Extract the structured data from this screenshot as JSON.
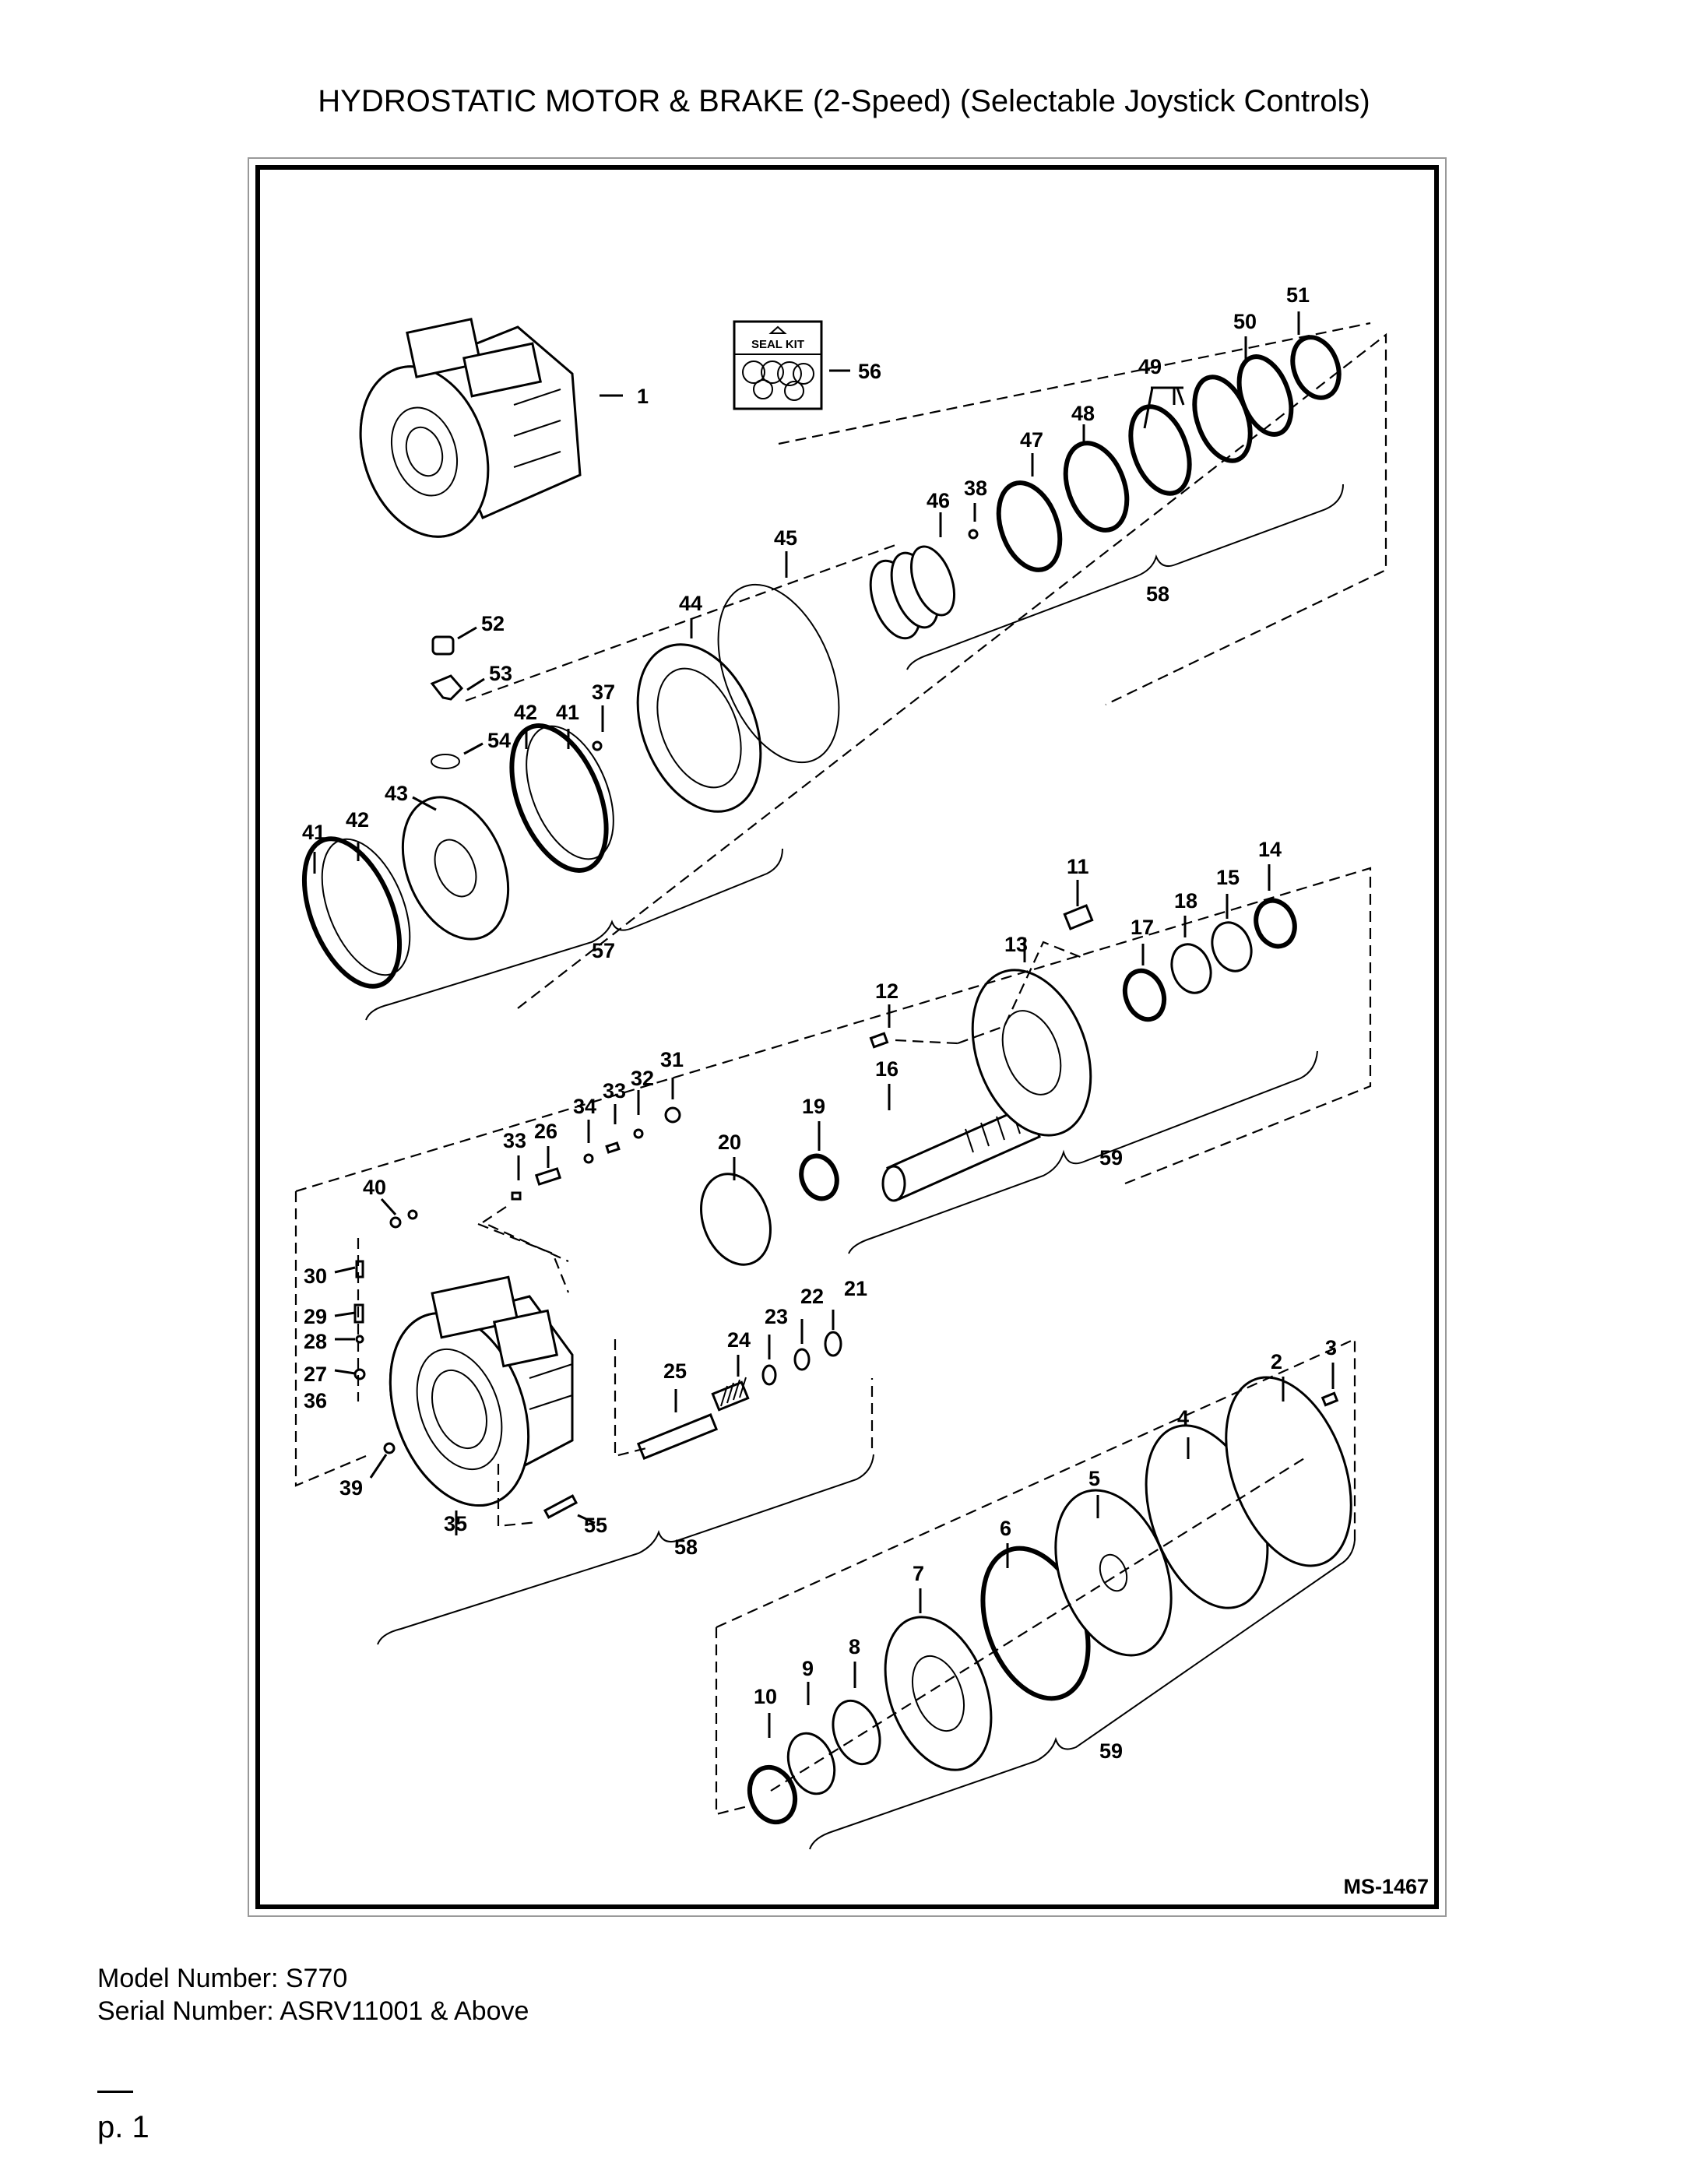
{
  "title": "HYDROSTATIC MOTOR & BRAKE (2-Speed) (Selectable Joystick Controls)",
  "diagram": {
    "seal_kit_label": "SEAL KIT",
    "figure_id": "MS-1467",
    "callouts": {
      "c1": "1",
      "c2": "2",
      "c3": "3",
      "c4": "4",
      "c5": "5",
      "c6": "6",
      "c7": "7",
      "c8": "8",
      "c9": "9",
      "c10": "10",
      "c11": "11",
      "c12": "12",
      "c13": "13",
      "c14": "14",
      "c15": "15",
      "c16": "16",
      "c17": "17",
      "c18": "18",
      "c19": "19",
      "c20": "20",
      "c21": "21",
      "c22": "22",
      "c23": "23",
      "c24": "24",
      "c25": "25",
      "c26": "26",
      "c27": "27",
      "c28": "28",
      "c29": "29",
      "c30": "30",
      "c31": "31",
      "c32": "32",
      "c33a": "33",
      "c33b": "33",
      "c34": "34",
      "c35": "35",
      "c36": "36",
      "c37": "37",
      "c38": "38",
      "c39": "39",
      "c40": "40",
      "c41a": "41",
      "c41b": "41",
      "c42a": "42",
      "c42b": "42",
      "c43": "43",
      "c44": "44",
      "c45": "45",
      "c46": "46",
      "c47": "47",
      "c48": "48",
      "c49": "49",
      "c50": "50",
      "c51": "51",
      "c52": "52",
      "c53": "53",
      "c54": "54",
      "c55": "55",
      "c56": "56",
      "c57": "57",
      "c58a": "58",
      "c58b": "58",
      "c59a": "59",
      "c59b": "59"
    }
  },
  "footer": {
    "model": "Model Number: S770",
    "serial": "Serial Number: ASRV11001 & Above",
    "page": "p. 1"
  }
}
